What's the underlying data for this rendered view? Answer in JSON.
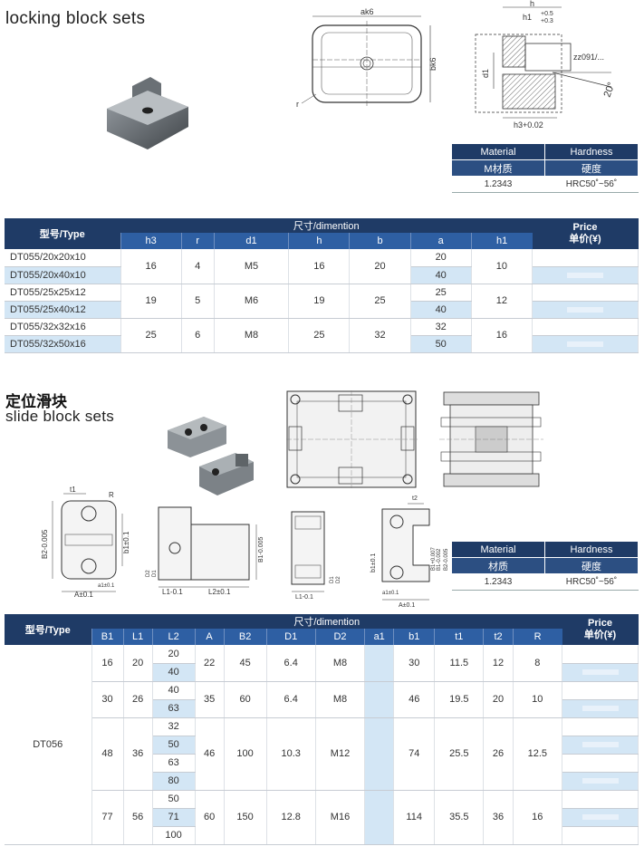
{
  "section1": {
    "title_en": "locking block sets",
    "drawing_labels": {
      "ak6": "ak6",
      "bk6": "bk6",
      "r": "r",
      "h": "h",
      "h1": "h1",
      "h1_tol_upper": "+0.5",
      "h1_tol_lower": "+0.3",
      "d1": "d1",
      "zz": "zz091/...",
      "angle": "20°",
      "h3": "h3+0.02"
    },
    "material_table": {
      "headers": [
        "Material",
        "Hardness"
      ],
      "subheaders": [
        "M材质",
        "硬度"
      ],
      "values": [
        "1.2343",
        "HRC50˚~56˚"
      ]
    },
    "table": {
      "type_header": "型号/Type",
      "dim_header": "尺寸/dimention",
      "price_header": [
        "Price",
        "单价(¥)"
      ],
      "columns": [
        "h3",
        "r",
        "d1",
        "h",
        "b",
        "a",
        "h1"
      ],
      "groups": [
        {
          "types": [
            "DT055/20x20x10",
            "DT055/20x40x10"
          ],
          "h3": "16",
          "r": "4",
          "d1": "M5",
          "h": "16",
          "b": "20",
          "a": [
            "20",
            "40"
          ],
          "h1": "10"
        },
        {
          "types": [
            "DT055/25x25x12",
            "DT055/25x40x12"
          ],
          "h3": "19",
          "r": "5",
          "d1": "M6",
          "h": "19",
          "b": "25",
          "a": [
            "25",
            "40"
          ],
          "h1": "12"
        },
        {
          "types": [
            "DT055/32x32x16",
            "DT055/32x50x16"
          ],
          "h3": "25",
          "r": "6",
          "d1": "M8",
          "h": "25",
          "b": "32",
          "a": [
            "32",
            "50"
          ],
          "h1": "16"
        }
      ]
    }
  },
  "section2": {
    "title_zh": "定位滑块",
    "title_en": "slide block sets",
    "drawing_labels": {
      "t1": "t1",
      "R": "R",
      "B2": "B2-0.005",
      "b1": "b1±0.1",
      "a1": "a1±0.1",
      "A": "A±0.1",
      "D2": "D2",
      "D1": "D1",
      "L1": "L1-0.1",
      "L2": "L2±0.1",
      "B1": "B1-0.005",
      "D1b": "D1",
      "D2b": "D2",
      "L1b": "L1-0.1",
      "t2": "t2",
      "b1r": "b1±0.1",
      "B1r": "B1+0.007",
      "B1r2": "B1-0.002",
      "B2r": "B2-0.005",
      "a1r": "a1±0.1",
      "Ar": "A±0.1"
    },
    "material_table": {
      "headers": [
        "Material",
        "Hardness"
      ],
      "subheaders": [
        "材质",
        "硬度"
      ],
      "values": [
        "1.2343",
        "HRC50˚~56˚"
      ]
    },
    "table": {
      "type_header": "型号/Type",
      "dim_header": "尺寸/dimention",
      "price_header": [
        "Price",
        "单价(¥)"
      ],
      "columns": [
        "B1",
        "L1",
        "L2",
        "A",
        "B2",
        "D1",
        "D2",
        "a1",
        "b1",
        "t1",
        "t2",
        "R"
      ],
      "type_value": "DT056",
      "groups": [
        {
          "B1": "16",
          "L1": "20",
          "L2": [
            "20",
            "40"
          ],
          "A": "22",
          "B2": "45",
          "D1": "6.4",
          "D2": "M8",
          "b1": "30",
          "t1": "11.5",
          "t2": "12",
          "R": "8"
        },
        {
          "B1": "30",
          "L1": "26",
          "L2": [
            "40",
            "63"
          ],
          "A": "35",
          "B2": "60",
          "D1": "6.4",
          "D2": "M8",
          "b1": "46",
          "t1": "19.5",
          "t2": "20",
          "R": "10"
        },
        {
          "B1": "48",
          "L1": "36",
          "L2": [
            "32",
            "50",
            "63",
            "80"
          ],
          "A": "46",
          "B2": "100",
          "D1": "10.3",
          "D2": "M12",
          "b1": "74",
          "t1": "25.5",
          "t2": "26",
          "R": "12.5"
        },
        {
          "B1": "77",
          "L1": "56",
          "L2": [
            "50",
            "71",
            "100"
          ],
          "A": "60",
          "B2": "150",
          "D1": "12.8",
          "D2": "M16",
          "b1": "114",
          "t1": "35.5",
          "t2": "36",
          "R": "16"
        }
      ]
    }
  }
}
